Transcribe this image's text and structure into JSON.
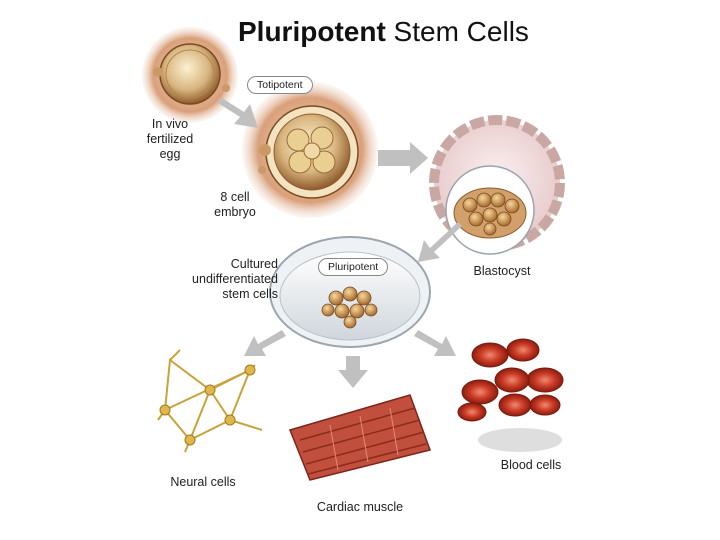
{
  "title": {
    "bold": "Pluripotent",
    "regular": "Stem Cells"
  },
  "badges": {
    "totipotent": "Totipotent",
    "pluripotent": "Pluripotent"
  },
  "labels": {
    "fertilized_egg": [
      "In vivo",
      "fertilized egg"
    ],
    "embryo": [
      "8 cell",
      "embryo"
    ],
    "blastocyst": "Blastocyst",
    "cultured": [
      "Cultured",
      "undifferentiated",
      "stem cells"
    ],
    "neural": "Neural cells",
    "cardiac": "Cardiac muscle",
    "blood": "Blood cells"
  }
}
